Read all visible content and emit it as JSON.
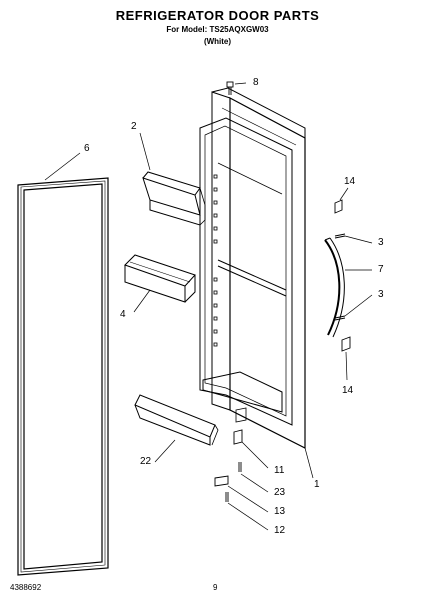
{
  "header": {
    "title": "REFRIGERATOR DOOR PARTS",
    "model_line": "For Model: TS25AQXGW03",
    "color_line": "(White)"
  },
  "callouts": [
    "8",
    "2",
    "6",
    "14",
    "3",
    "7",
    "3",
    "4",
    "14",
    "11",
    "22",
    "1",
    "23",
    "13",
    "12"
  ],
  "footer": {
    "part_number": "4388692",
    "page_number": "9"
  }
}
